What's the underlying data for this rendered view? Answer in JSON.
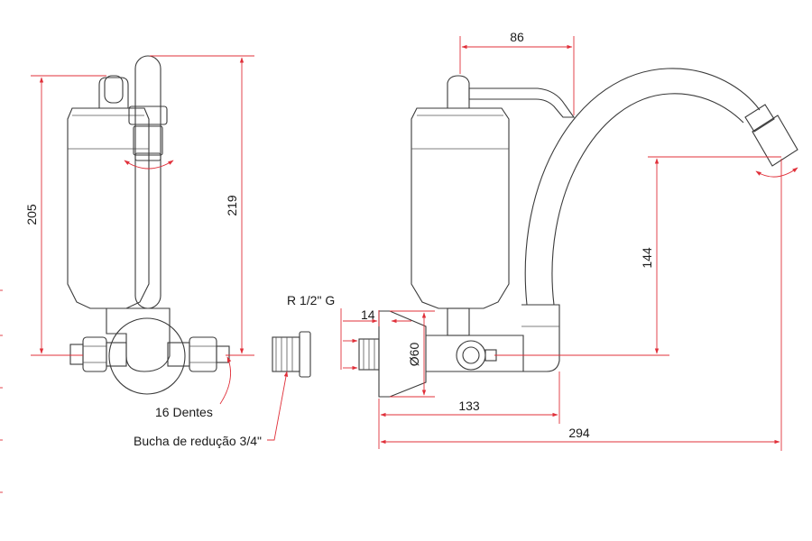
{
  "dimensions": {
    "d205": "205",
    "d219": "219",
    "d86": "86",
    "d144": "144",
    "d14": "14",
    "d60": "Ø60",
    "d133": "133",
    "d294": "294"
  },
  "labels": {
    "thread": "R 1/2\" G",
    "teeth": "16 Dentes",
    "bushing": "Bucha de redução 3/4\""
  },
  "colors": {
    "dimension_line": "#e0303a",
    "outline": "#3a3a3a"
  }
}
